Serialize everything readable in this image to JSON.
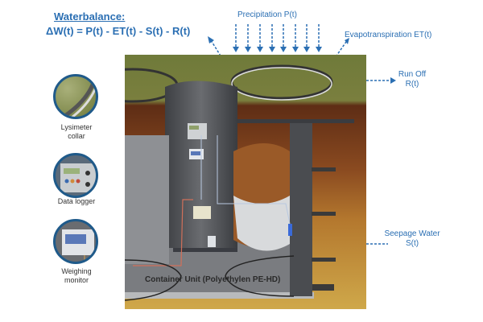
{
  "header": {
    "title": "Waterbalance:",
    "formula": "ΔW(t) = P(t) - ET(t) - S(t) - R(t)"
  },
  "labels": {
    "precipitation": "Precipitation P(t)",
    "evapotranspiration": "Evapotranspiration ET(t)",
    "runoff_line1": "Run Off",
    "runoff_line2": "R(t)",
    "seepage_line1": "Seepage Water",
    "seepage_line2": "S(t)"
  },
  "components": [
    {
      "line1": "Lysimeter",
      "line2": "collar"
    },
    {
      "line1": "Data logger",
      "line2": ""
    },
    {
      "line1": "Weighing",
      "line2": "monitor"
    }
  ],
  "caption": "Container Unit (Polyethylen PE-HD)",
  "colors": {
    "accent": "#2b6fb3",
    "grass": "#6f7a3a",
    "soil_dark": "#6b3318",
    "soil_mid": "#9a5424",
    "soil_light": "#c8a046",
    "container": "#4a4c50"
  }
}
